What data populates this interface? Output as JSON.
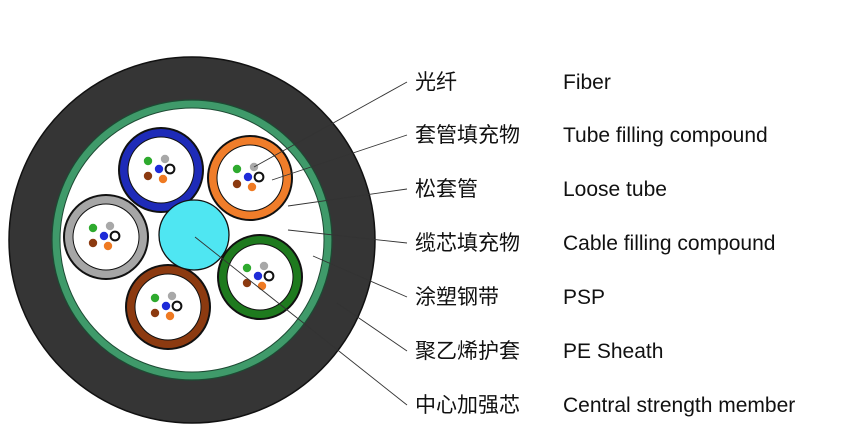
{
  "colors": {
    "sheath": "#353535",
    "psp": "#3f9a6a",
    "cable_fill": "#ffffff",
    "central_member": "#4fe6f2",
    "tube_blue": "#1e2bb8",
    "tube_orange": "#f07d2a",
    "tube_grey": "#a6a6a6",
    "tube_green": "#1e7a1e",
    "tube_brown": "#8c3a10",
    "fiber_green": "#2eaa2e",
    "fiber_grey": "#a8a8a8",
    "fiber_brown": "#8c3a10",
    "fiber_blue": "#1e2bd8",
    "fiber_orange": "#ef7a22",
    "fiber_white": "#ffffff"
  },
  "tubes": [
    {
      "name": "blue-tube",
      "color": "tube_blue"
    },
    {
      "name": "orange-tube",
      "color": "tube_orange"
    },
    {
      "name": "grey-tube",
      "color": "tube_grey"
    },
    {
      "name": "green-tube",
      "color": "tube_green"
    },
    {
      "name": "brown-tube",
      "color": "tube_brown"
    }
  ],
  "labels": [
    {
      "zh": "光纤",
      "en": "Fiber"
    },
    {
      "zh": "套管填充物",
      "en": "Tube filling compound"
    },
    {
      "zh": "松套管",
      "en": "Loose tube"
    },
    {
      "zh": "缆芯填充物",
      "en": "Cable filling compound"
    },
    {
      "zh": "涂塑钢带",
      "en": "PSP"
    },
    {
      "zh": "聚乙烯护套",
      "en": "PE Sheath"
    },
    {
      "zh": "中心加强芯",
      "en": "Central strength member"
    }
  ]
}
